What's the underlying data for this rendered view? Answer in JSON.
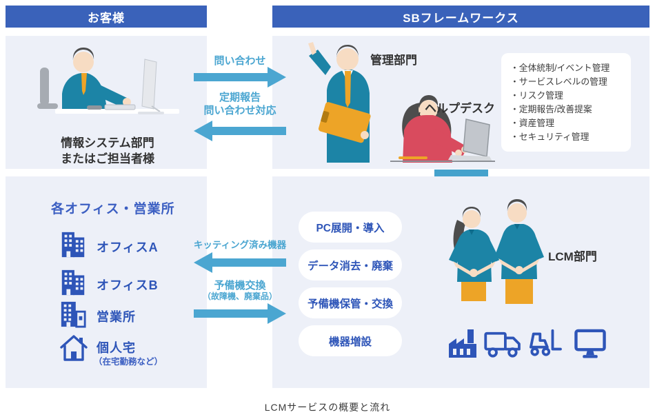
{
  "caption": "LCMサービスの概要と流れ",
  "colors": {
    "header_blue": "#3a62ba",
    "panel_bg": "#edf0f8",
    "arrow_teal": "#4ba6d1",
    "accent_blue": "#2e55b8",
    "text_dark": "#333333"
  },
  "customer": {
    "header": "お客様",
    "top": {
      "caption_line1": "情報システム部門",
      "caption_line2": "またはご担当者様"
    },
    "bottom": {
      "title": "各オフィス・営業所",
      "sites": [
        {
          "icon": "office-building-icon",
          "label": "オフィスA"
        },
        {
          "icon": "office-building-icon",
          "label": "オフィスB"
        },
        {
          "icon": "branch-office-icon",
          "label": "営業所"
        },
        {
          "icon": "home-icon",
          "label": "個人宅",
          "note": "（在宅勤務など）"
        }
      ]
    }
  },
  "provider": {
    "header": "SBフレームワークス",
    "top": {
      "role1": "管理部門",
      "role2": "ヘルプデスク",
      "services": [
        "・全体統制/イベント管理",
        "・サービスレベルの管理",
        "・リスク管理",
        "・定期報告/改善提案",
        "・資産管理",
        "・セキュリティ管理"
      ]
    },
    "bottom": {
      "pills": [
        "PC展開・導入",
        "データ消去・廃棄",
        "予備機保管・交換",
        "機器増設"
      ],
      "team_label": "LCM部門",
      "equipment_icons": [
        "factory-icon",
        "truck-icon",
        "forklift-icon",
        "monitor-icon"
      ]
    }
  },
  "flows": {
    "inquiry": "問い合わせ",
    "report_line1": "定期報告",
    "report_line2": "問い合わせ対応",
    "kitted": "キッティング済み機器",
    "spare_line1": "予備機交換",
    "spare_line2": "（故障機、廃棄品）"
  }
}
